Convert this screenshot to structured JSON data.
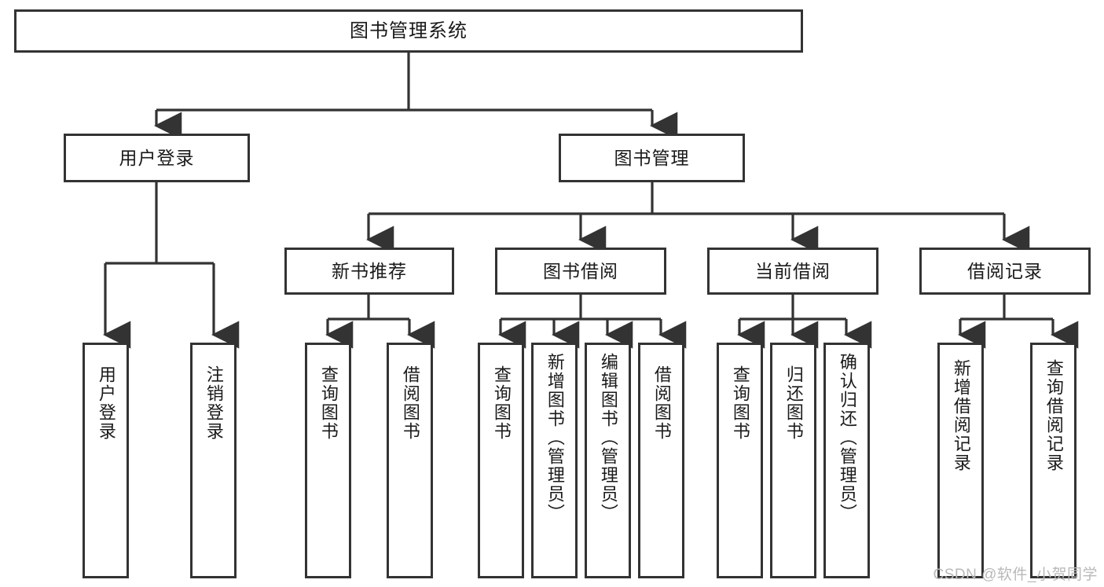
{
  "diagram": {
    "type": "tree-hierarchy",
    "title": "图书管理系统",
    "root": {
      "id": "root",
      "label": "图书管理系统"
    },
    "level2": [
      {
        "id": "user-login",
        "label": "用户登录"
      },
      {
        "id": "book-manage",
        "label": "图书管理"
      }
    ],
    "level3": [
      {
        "id": "new-book-rec",
        "label": "新书推荐",
        "parent": "book-manage"
      },
      {
        "id": "book-borrow",
        "label": "图书借阅",
        "parent": "book-manage"
      },
      {
        "id": "current-borrow",
        "label": "当前借阅",
        "parent": "book-manage"
      },
      {
        "id": "borrow-record",
        "label": "借阅记录",
        "parent": "book-manage"
      }
    ],
    "leaves": [
      {
        "id": "leaf-user-login",
        "label": "用户登录",
        "parent": "user-login"
      },
      {
        "id": "leaf-logout",
        "label": "注销登录",
        "parent": "user-login"
      },
      {
        "id": "leaf-query-book-1",
        "label": "查询图书",
        "parent": "new-book-rec"
      },
      {
        "id": "leaf-borrow-book-1",
        "label": "借阅图书",
        "parent": "new-book-rec"
      },
      {
        "id": "leaf-query-book-2",
        "label": "查询图书",
        "parent": "book-borrow"
      },
      {
        "id": "leaf-add-book",
        "label": "新增图书（管理员）",
        "parent": "book-borrow"
      },
      {
        "id": "leaf-edit-book",
        "label": "编辑图书（管理员）",
        "parent": "book-borrow"
      },
      {
        "id": "leaf-borrow-book-2",
        "label": "借阅图书",
        "parent": "book-borrow"
      },
      {
        "id": "leaf-query-book-3",
        "label": "查询图书",
        "parent": "current-borrow"
      },
      {
        "id": "leaf-return-book",
        "label": "归还图书",
        "parent": "current-borrow"
      },
      {
        "id": "leaf-confirm-return",
        "label": "确认归还（管理员）",
        "parent": "current-borrow"
      },
      {
        "id": "leaf-add-record",
        "label": "新增借阅记录",
        "parent": "borrow-record"
      },
      {
        "id": "leaf-query-record",
        "label": "查询借阅记录",
        "parent": "borrow-record"
      }
    ],
    "colors": {
      "stroke": "#333333",
      "box_fill": "#ffffff",
      "text": "#1a1a1a",
      "watermark": "#b9b9b9"
    }
  },
  "watermark": {
    "text": "CSDN @软件_小贺同学"
  }
}
